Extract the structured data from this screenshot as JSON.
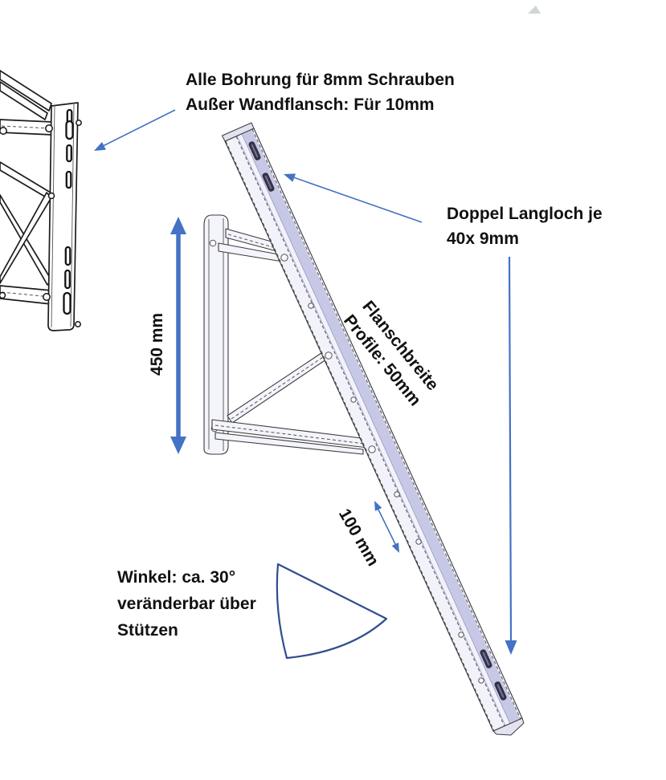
{
  "annotations": {
    "drill_note": {
      "lines": [
        "Alle Bohrung für 8mm Schrauben",
        "Außer Wandflansch: Für 10mm"
      ]
    },
    "slot_note": {
      "lines": [
        "Doppel Langloch je",
        "40x 9mm"
      ]
    },
    "height_dim": {
      "label": "450 mm"
    },
    "flange_note": {
      "lines": [
        "Flanschbreite",
        "Profile: 50mm"
      ]
    },
    "spacing_dim": {
      "label": "100 mm"
    },
    "angle_note": {
      "lines": [
        "Winkel: ca. 30°",
        "veränderbar über",
        "Stützen"
      ]
    }
  },
  "colors": {
    "arrow_blue": "#4472c4",
    "wedge_blue": "#2f4e8f",
    "text": "#111111",
    "rail_fill": "#c7c7e6",
    "rail_light": "#f2f2fb",
    "outline": "#3c3c3c"
  }
}
